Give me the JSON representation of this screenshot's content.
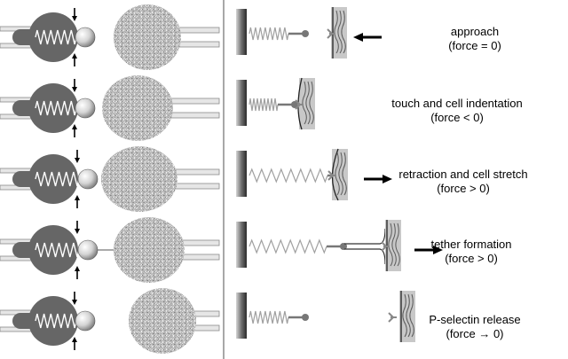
{
  "colors": {
    "background": "#ffffff",
    "instrument_dark": "#666666",
    "rail_light": "#e6e6e6",
    "rail_edge": "#8a8a8a",
    "cell_base": "#bdbdbd",
    "spring": "#a0a0a0",
    "cell_patch": "#c8c8c8",
    "ink": "#000000"
  },
  "icons": {
    "left_column": [
      "pipette-icon",
      "spring-icon",
      "bead-icon",
      "cell-icon",
      "direction-arrow-icon"
    ],
    "right_column": [
      "wall-icon",
      "spring-icon",
      "selectin-tip-icon",
      "ligand-fork-icon",
      "cytoskeleton-patch-icon",
      "force-arrow-icon",
      "tether-icon"
    ]
  },
  "steps": [
    {
      "id": "approach",
      "line1": "approach",
      "line2": "(force = 0)"
    },
    {
      "id": "touch",
      "line1": "touch and cell indentation",
      "line2": "(force < 0)"
    },
    {
      "id": "retraction",
      "line1": "retraction and cell stretch",
      "line2": "(force > 0)"
    },
    {
      "id": "tether",
      "line1": "tether formation",
      "line2": "(force > 0)"
    },
    {
      "id": "release",
      "line1": "P-selectin release",
      "line2": "(force → 0)"
    }
  ]
}
